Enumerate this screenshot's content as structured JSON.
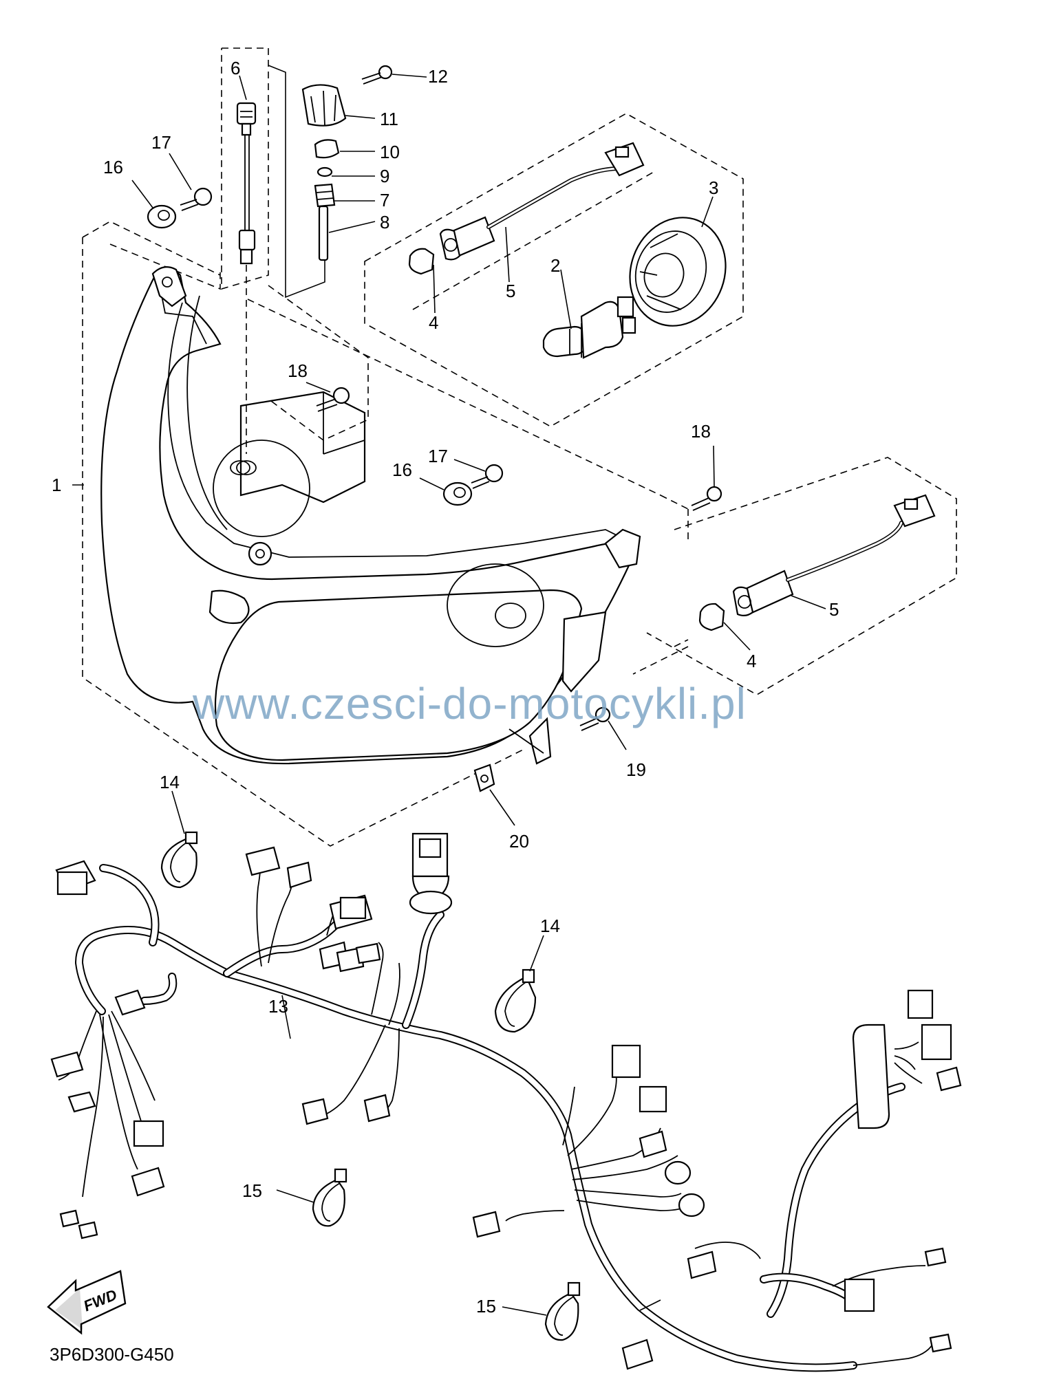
{
  "watermark": "www.czesci-do-motocykli.pl",
  "diagram_code": "3P6D300-G450",
  "fwd_label": "FWD",
  "callouts": {
    "c1": "1",
    "c2": "2",
    "c3": "3",
    "c4a": "4",
    "c4b": "4",
    "c5a": "5",
    "c5b": "5",
    "c6": "6",
    "c7": "7",
    "c8": "8",
    "c9": "9",
    "c10": "10",
    "c11": "11",
    "c12": "12",
    "c13": "13",
    "c14a": "14",
    "c14b": "14",
    "c15a": "15",
    "c15b": "15",
    "c16a": "16",
    "c16b": "16",
    "c17a": "17",
    "c17b": "17",
    "c18a": "18",
    "c18b": "18",
    "c19": "19",
    "c20": "20"
  },
  "icons": {
    "fwd_arrow": "fwd-arrow-icon"
  }
}
